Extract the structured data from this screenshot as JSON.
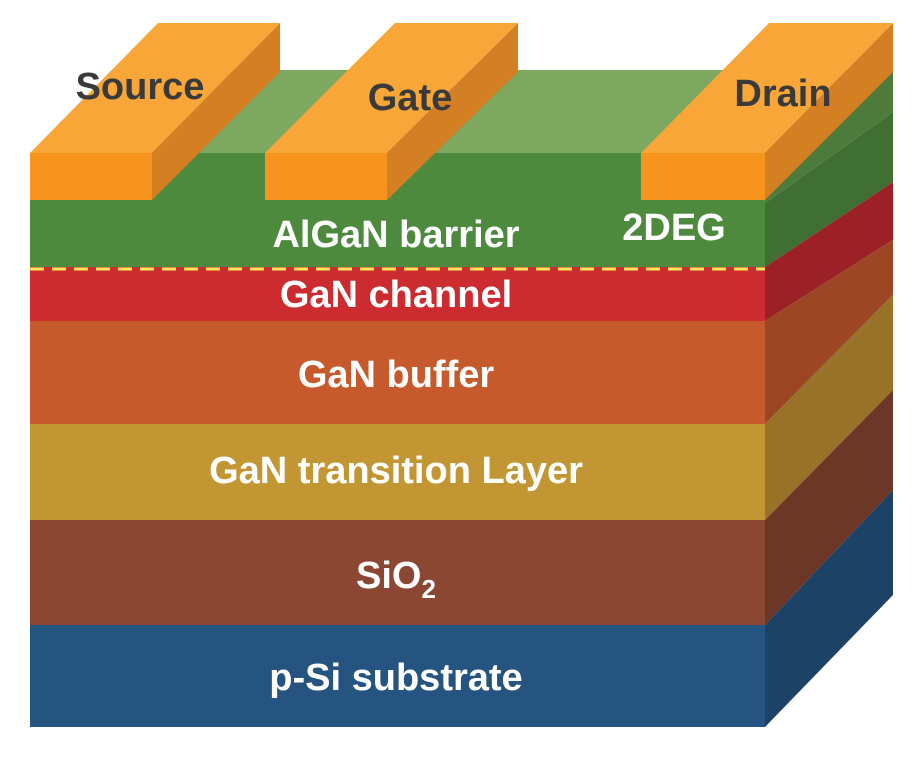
{
  "diagram": {
    "layers": [
      {
        "id": "algan",
        "label": "AlGaN barrier",
        "front_color": "#4E8A3E",
        "side_color": "#3F6F33",
        "top_color": "#7CA85F"
      },
      {
        "id": "gan-channel",
        "label": "GaN channel",
        "front_color": "#CC2B2F",
        "side_color": "#9C2126"
      },
      {
        "id": "gan-buffer",
        "label": "GaN buffer",
        "front_color": "#C75A2C",
        "side_color": "#9C4624"
      },
      {
        "id": "gan-transition",
        "label": "GaN transition Layer",
        "front_color": "#C29633",
        "side_color": "#987327"
      },
      {
        "id": "sio2",
        "label_main": "SiO",
        "label_sub": "2",
        "front_color": "#8C4733",
        "side_color": "#6D3727"
      },
      {
        "id": "p-si",
        "label": "p-Si substrate",
        "front_color": "#24547F",
        "side_color": "#1C4266"
      }
    ],
    "contacts": [
      {
        "id": "source",
        "label": "Source"
      },
      {
        "id": "gate",
        "label": "Gate"
      },
      {
        "id": "drain",
        "label": "Drain"
      }
    ],
    "contact_colors": {
      "front": "#F7941E",
      "top": "#F7A637",
      "side": "#D57F24"
    },
    "twodeg": {
      "label": "2DEG",
      "line_color": "#FFE45C"
    }
  }
}
